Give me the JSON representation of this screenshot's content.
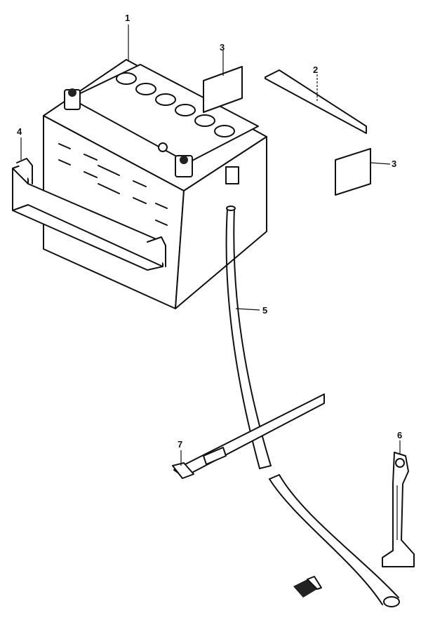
{
  "callouts": [
    {
      "id": "1",
      "label": "1"
    },
    {
      "id": "2",
      "label": "2"
    },
    {
      "id": "3a",
      "label": "3"
    },
    {
      "id": "3b",
      "label": "3"
    },
    {
      "id": "4",
      "label": "4"
    },
    {
      "id": "5",
      "label": "5"
    },
    {
      "id": "6",
      "label": "6"
    },
    {
      "id": "7",
      "label": "7"
    }
  ],
  "colors": {
    "ink": "#111111",
    "paper": "#ffffff"
  }
}
